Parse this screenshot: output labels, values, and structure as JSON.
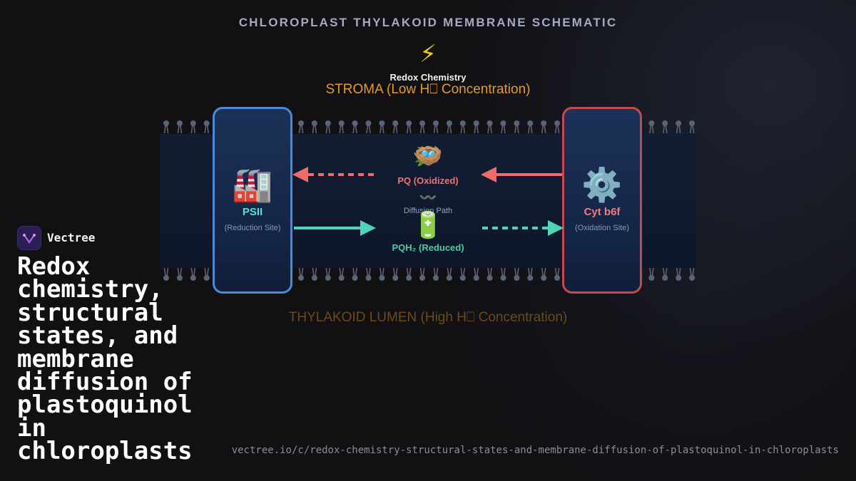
{
  "diagram": {
    "title": "CHLOROPLAST THYLAKOID MEMBRANE SCHEMATIC",
    "top_icon": "⚡",
    "top_label": "Redox Chemistry",
    "stroma_label": "STROMA (Low H⎕ Concentration)",
    "lumen_label": "THYLAKOID LUMEN (High H⎕ Concentration)",
    "psii": {
      "icon": "🏭",
      "name": "PSII",
      "site": "(Reduction Site)"
    },
    "cyt": {
      "icon": "⚙️",
      "name": "Cyt b6f",
      "site": "(Oxidation Site)"
    },
    "pq": {
      "icon": "🪺",
      "label": "PQ (Oxidized)"
    },
    "diffusion": {
      "icon": "〰️",
      "label": "Diffusion Path"
    },
    "pqh2": {
      "icon": "🔋",
      "label": "PQH₂ (Reduced)"
    },
    "colors": {
      "arrow_red": "#f26b6b",
      "arrow_teal": "#4fd6b8",
      "psii_border": "#4a8ad8",
      "cyt_border": "#c44a52",
      "lipid": "#5a6478"
    }
  },
  "brand": {
    "name": "Vectree",
    "headline": "Redox chemistry, structural states, and membrane diffusion of plastoquinol in chloroplasts",
    "url": "vectree.io/c/redox-chemistry-structural-states-and-membrane-diffusion-of-plastoquinol-in-chloroplasts"
  }
}
